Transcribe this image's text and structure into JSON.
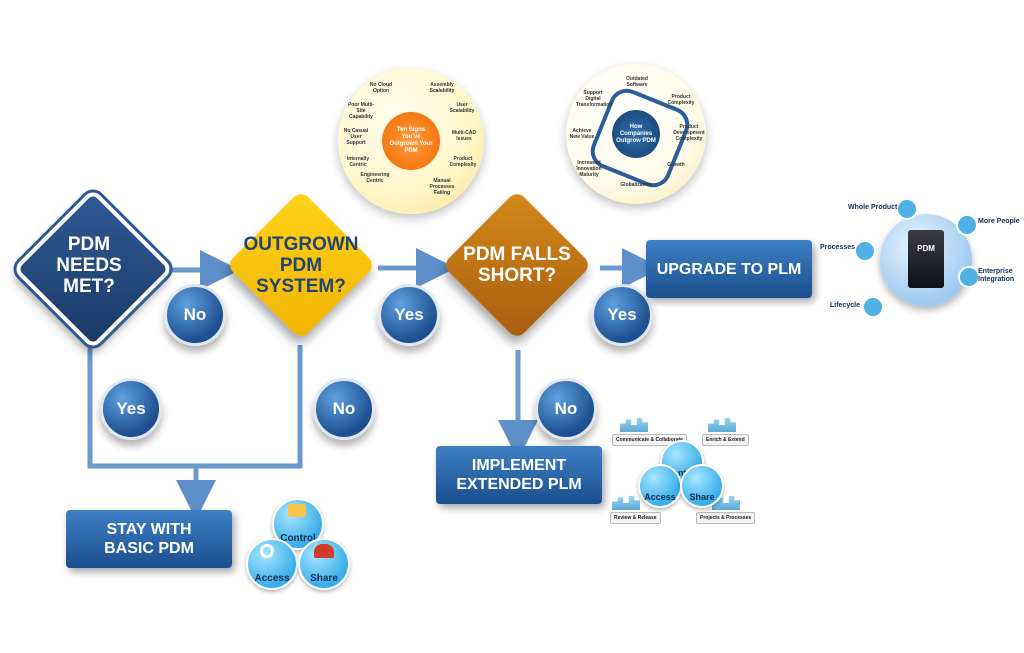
{
  "decisions": {
    "needs_met": "PDM\nNEEDS\nMET?",
    "outgrown": "OUTGROWN\nPDM\nSYSTEM?",
    "falls_short": "PDM FALLS\nSHORT?"
  },
  "outcomes": {
    "stay": "STAY WITH\nBASIC PDM",
    "extended": "IMPLEMENT\nEXTENDED PLM",
    "upgrade": "UPGRADE TO PLM"
  },
  "badges": {
    "no1": "No",
    "yes1": "Yes",
    "yes2": "Yes",
    "no2": "No",
    "yes3": "Yes",
    "no3": "No"
  },
  "signs_disk": {
    "center": "Ten Signs You've Outgrown Your PDM",
    "items": [
      "No Cloud Option",
      "Assembly Scalability",
      "User Scalability",
      "Multi-CAD Issues",
      "Product Complexity",
      "Manual Processes Failing",
      "Engineering Centric",
      "Internally Centric",
      "No Casual User Support",
      "Poor Multi-Site Capability"
    ]
  },
  "outgrow_disk": {
    "center": "How Companies Outgrow PDM",
    "items": [
      "Outdated Software",
      "Product Complexity",
      "Product Development Complexity",
      "Growth",
      "Globalization",
      "Increased Innovation Maturity",
      "Achieve New Value",
      "Support Digital Transformation"
    ]
  },
  "stay_cluster": {
    "control": "Control",
    "access": "Access",
    "share": "Share"
  },
  "extended_cluster": {
    "control": "Control",
    "access": "Access",
    "share": "Share",
    "tags": [
      "Communicate & Collaborate",
      "Enrich & Extend",
      "Review & Release",
      "Projects & Processes"
    ]
  },
  "plm_hub": {
    "center": "PDM",
    "spokes": [
      "Whole Product",
      "More People",
      "Processes",
      "Enterprise Integration",
      "Lifecycle"
    ]
  },
  "colors": {
    "primary_blue": "#1c4f8e",
    "yellow": "#f2b400",
    "brown": "#a85c10",
    "connector": "#6b9ad0"
  }
}
